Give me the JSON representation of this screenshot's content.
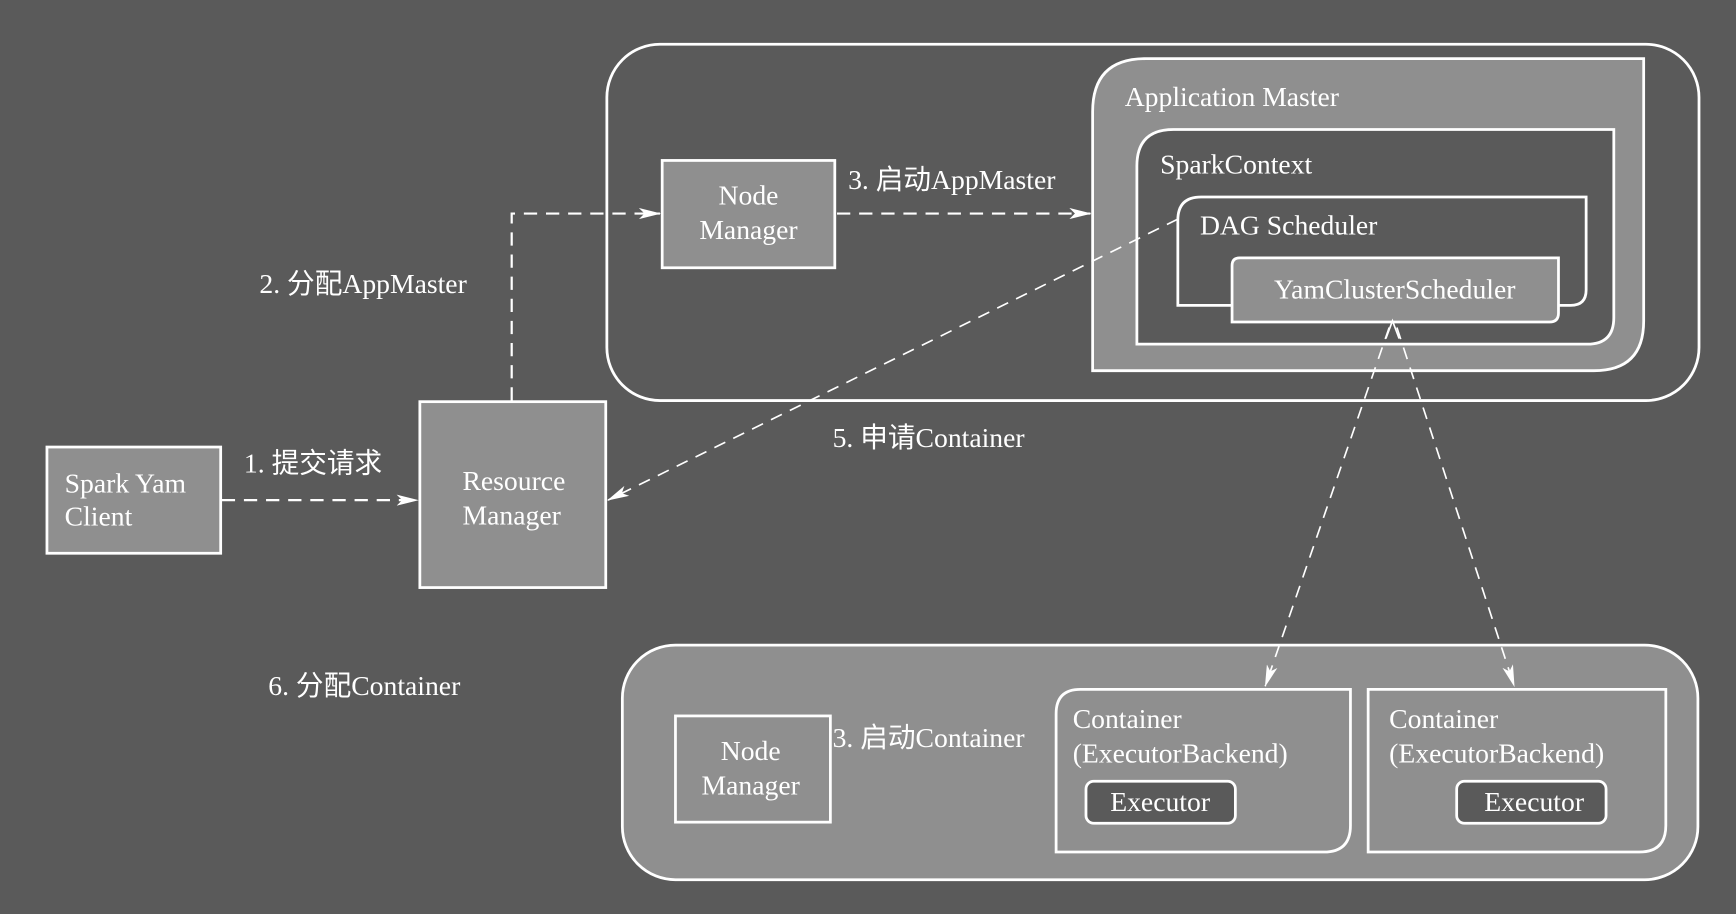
{
  "colors": {
    "background": "#5a5a5a",
    "box_fill_light": "#8f8f8f",
    "box_fill_dark": "#5a5a5a",
    "stroke": "#ffffff",
    "text": "#ffffff"
  },
  "nodes": {
    "client": {
      "line1": "Spark Yam",
      "line2": "Client"
    },
    "resource_manager": {
      "line1": "Resource",
      "line2": "Manager"
    },
    "node_manager_top": {
      "line1": "Node",
      "line2": "Manager"
    },
    "node_manager_bottom": {
      "line1": "Node",
      "line2": "Manager"
    },
    "application_master": {
      "label": "Application Master"
    },
    "spark_context": {
      "label": "SparkContext"
    },
    "dag_scheduler": {
      "label": "DAG Scheduler"
    },
    "yarn_cluster_scheduler": {
      "label": "YamClusterScheduler"
    },
    "containers": [
      {
        "line1": "Container",
        "line2": "(ExecutorBackend)",
        "executor": "Executor"
      },
      {
        "line1": "Container",
        "line2": "(ExecutorBackend)",
        "executor": "Executor"
      }
    ]
  },
  "edges": {
    "step1": "1. 提交请求",
    "step2": "2. 分配AppMaster",
    "step3_app": "3. 启动AppMaster",
    "step5": "5. 申请Container",
    "step6": "6. 分配Container",
    "step3_container": "3. 启动Container"
  }
}
